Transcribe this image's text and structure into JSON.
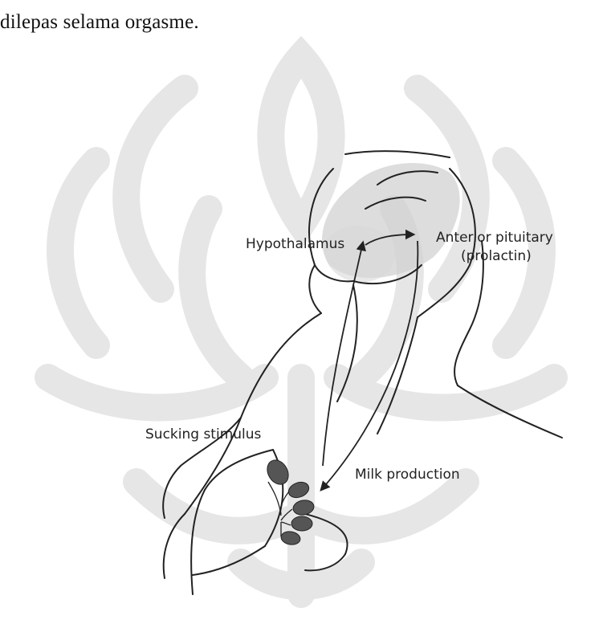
{
  "document": {
    "sentence_fragment": "dilepas selama orgasme."
  },
  "figure": {
    "labels": {
      "hypothalamus": "Hypothalamus",
      "anterior_pituitary": "Anterior pituitary",
      "prolactin": "(prolactin)",
      "sucking_stimulus": "Sucking stimulus",
      "milk_production": "Milk production"
    },
    "watermark_color": "#e6e6e6",
    "gland_shading_color": "#cfcfcf"
  }
}
